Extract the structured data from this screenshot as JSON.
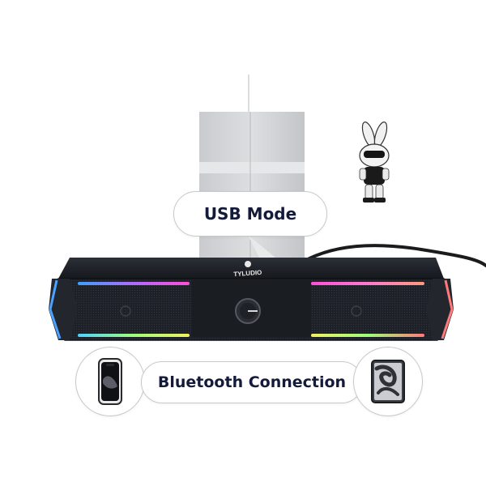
{
  "labels": {
    "usb_mode": "USB Mode",
    "bluetooth_connection": "Bluetooth Connection"
  },
  "speaker": {
    "brand_logo_text": "TYLUDIO"
  },
  "colors": {
    "pill_text": "#141a3a",
    "pill_border": "#c9c9cd",
    "speaker_body": "#1c1f25",
    "rgb_pink": "#ff4fd8",
    "rgb_blue": "#4aa3ff",
    "rgb_yellow": "#e8f25a"
  },
  "icons": [
    "smartphone-icon",
    "tablet-icon",
    "figurine",
    "laptop-stand"
  ]
}
